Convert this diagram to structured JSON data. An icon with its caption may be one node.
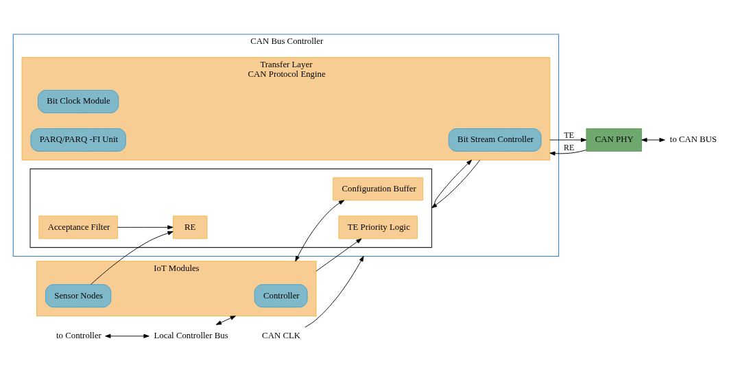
{
  "diagram": {
    "nodes": [
      {
        "text": [
          "CAN Bus Controller"
        ]
      },
      {
        "text": [],
        "shape": "box",
        "in": 0
      },
      {
        "text": [
          "TE Priority Logic"
        ],
        "in": 1
      },
      {
        "text": [
          "Configuration Buffer"
        ],
        "in": 1
      },
      {
        "text": [
          "RE"
        ],
        "in": 1
      },
      {
        "text": [
          "Acceptance Filter"
        ],
        "in": 1
      },
      {
        "text": [
          "Transfer Layer",
          "CAN Protocol Engine"
        ],
        "in": 0
      },
      {
        "text": [
          "Bit Stream Controller"
        ],
        "in": 6
      },
      {
        "text": [
          "Bit Clock Module"
        ],
        "in": 6
      },
      {
        "text": [
          "PARQ/PARQ -FI Unit"
        ],
        "in": 6
      },
      {
        "text": [
          "IoT Modules"
        ]
      },
      {
        "text": [
          "Controller"
        ],
        "in": 10
      },
      {
        "text": [
          "Sensor Nodes"
        ],
        "in": 10
      },
      {
        "text": [
          "CAN PHY"
        ]
      },
      {
        "text": [
          "Local Controller Bus"
        ]
      },
      {
        "text": [
          "to Controller"
        ]
      },
      {
        "text": [
          "to CAN BUS"
        ]
      },
      {
        "text": [
          "CAN CLK"
        ]
      }
    ],
    "edges": [
      {
        "from": 15,
        "to": 14,
        "arrow": "both"
      },
      {
        "from": 14,
        "to": 10,
        "arrow": "both"
      },
      {
        "from": 10,
        "to": 2,
        "arrow": "to"
      },
      {
        "from": 10,
        "to": 3,
        "arrow": "both"
      },
      {
        "from": 12,
        "to": 4,
        "arrow": "to"
      },
      {
        "from": 5,
        "to": 4,
        "arrow": "to"
      },
      {
        "from": 1,
        "to": 6,
        "arrow": "to"
      },
      {
        "from": 6,
        "to": 1,
        "arrow": "to"
      },
      {
        "from": 6,
        "to": 13,
        "arrow": "to",
        "label": "TE"
      },
      {
        "from": 13,
        "to": 6,
        "arrow": "to",
        "label": "RE"
      },
      {
        "from": 13,
        "to": 16,
        "arrow": "both"
      },
      {
        "from": 17,
        "to": 0,
        "arrow": "to"
      }
    ]
  }
}
